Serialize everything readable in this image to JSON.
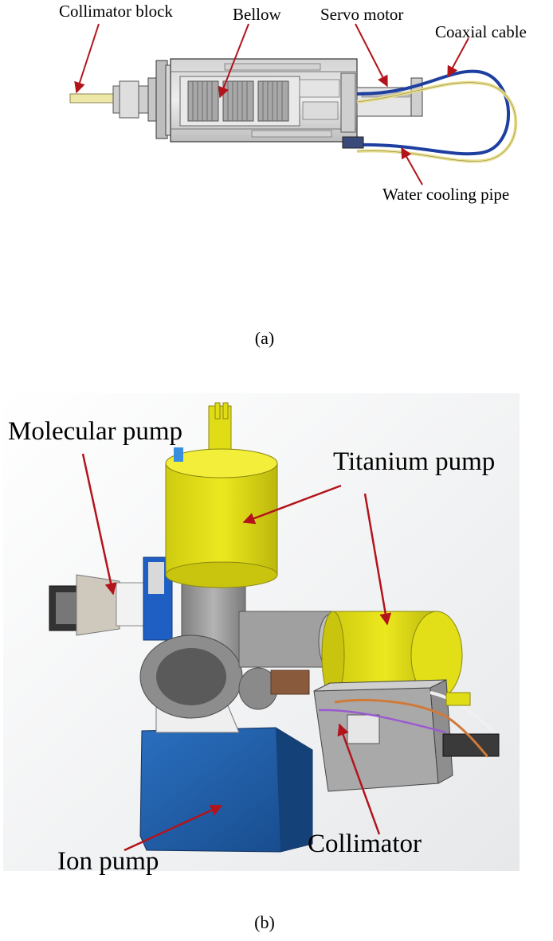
{
  "panel_a": {
    "caption": "(a)",
    "labels": {
      "collimator_block": "Collimator block",
      "bellow": "Bellow",
      "servo_motor": "Servo motor",
      "coaxial_cable": "Coaxial cable",
      "water_cooling_pipe": "Water cooling pipe"
    }
  },
  "panel_b": {
    "caption": "(b)",
    "labels": {
      "molecular_pump": "Molecular pump",
      "titanium_pump": "Titanium pump",
      "collimator": "Collimator",
      "ion_pump": "Ion pump"
    }
  },
  "colors": {
    "arrow": "#b3141c",
    "pump_yellow": "#e0dc16",
    "ion_pump_blue": "#1f5fa8",
    "cable_blue": "#1e3fa0",
    "pipe_yellow": "#e9df8c",
    "chamber_gray": "#9a9a9a"
  }
}
